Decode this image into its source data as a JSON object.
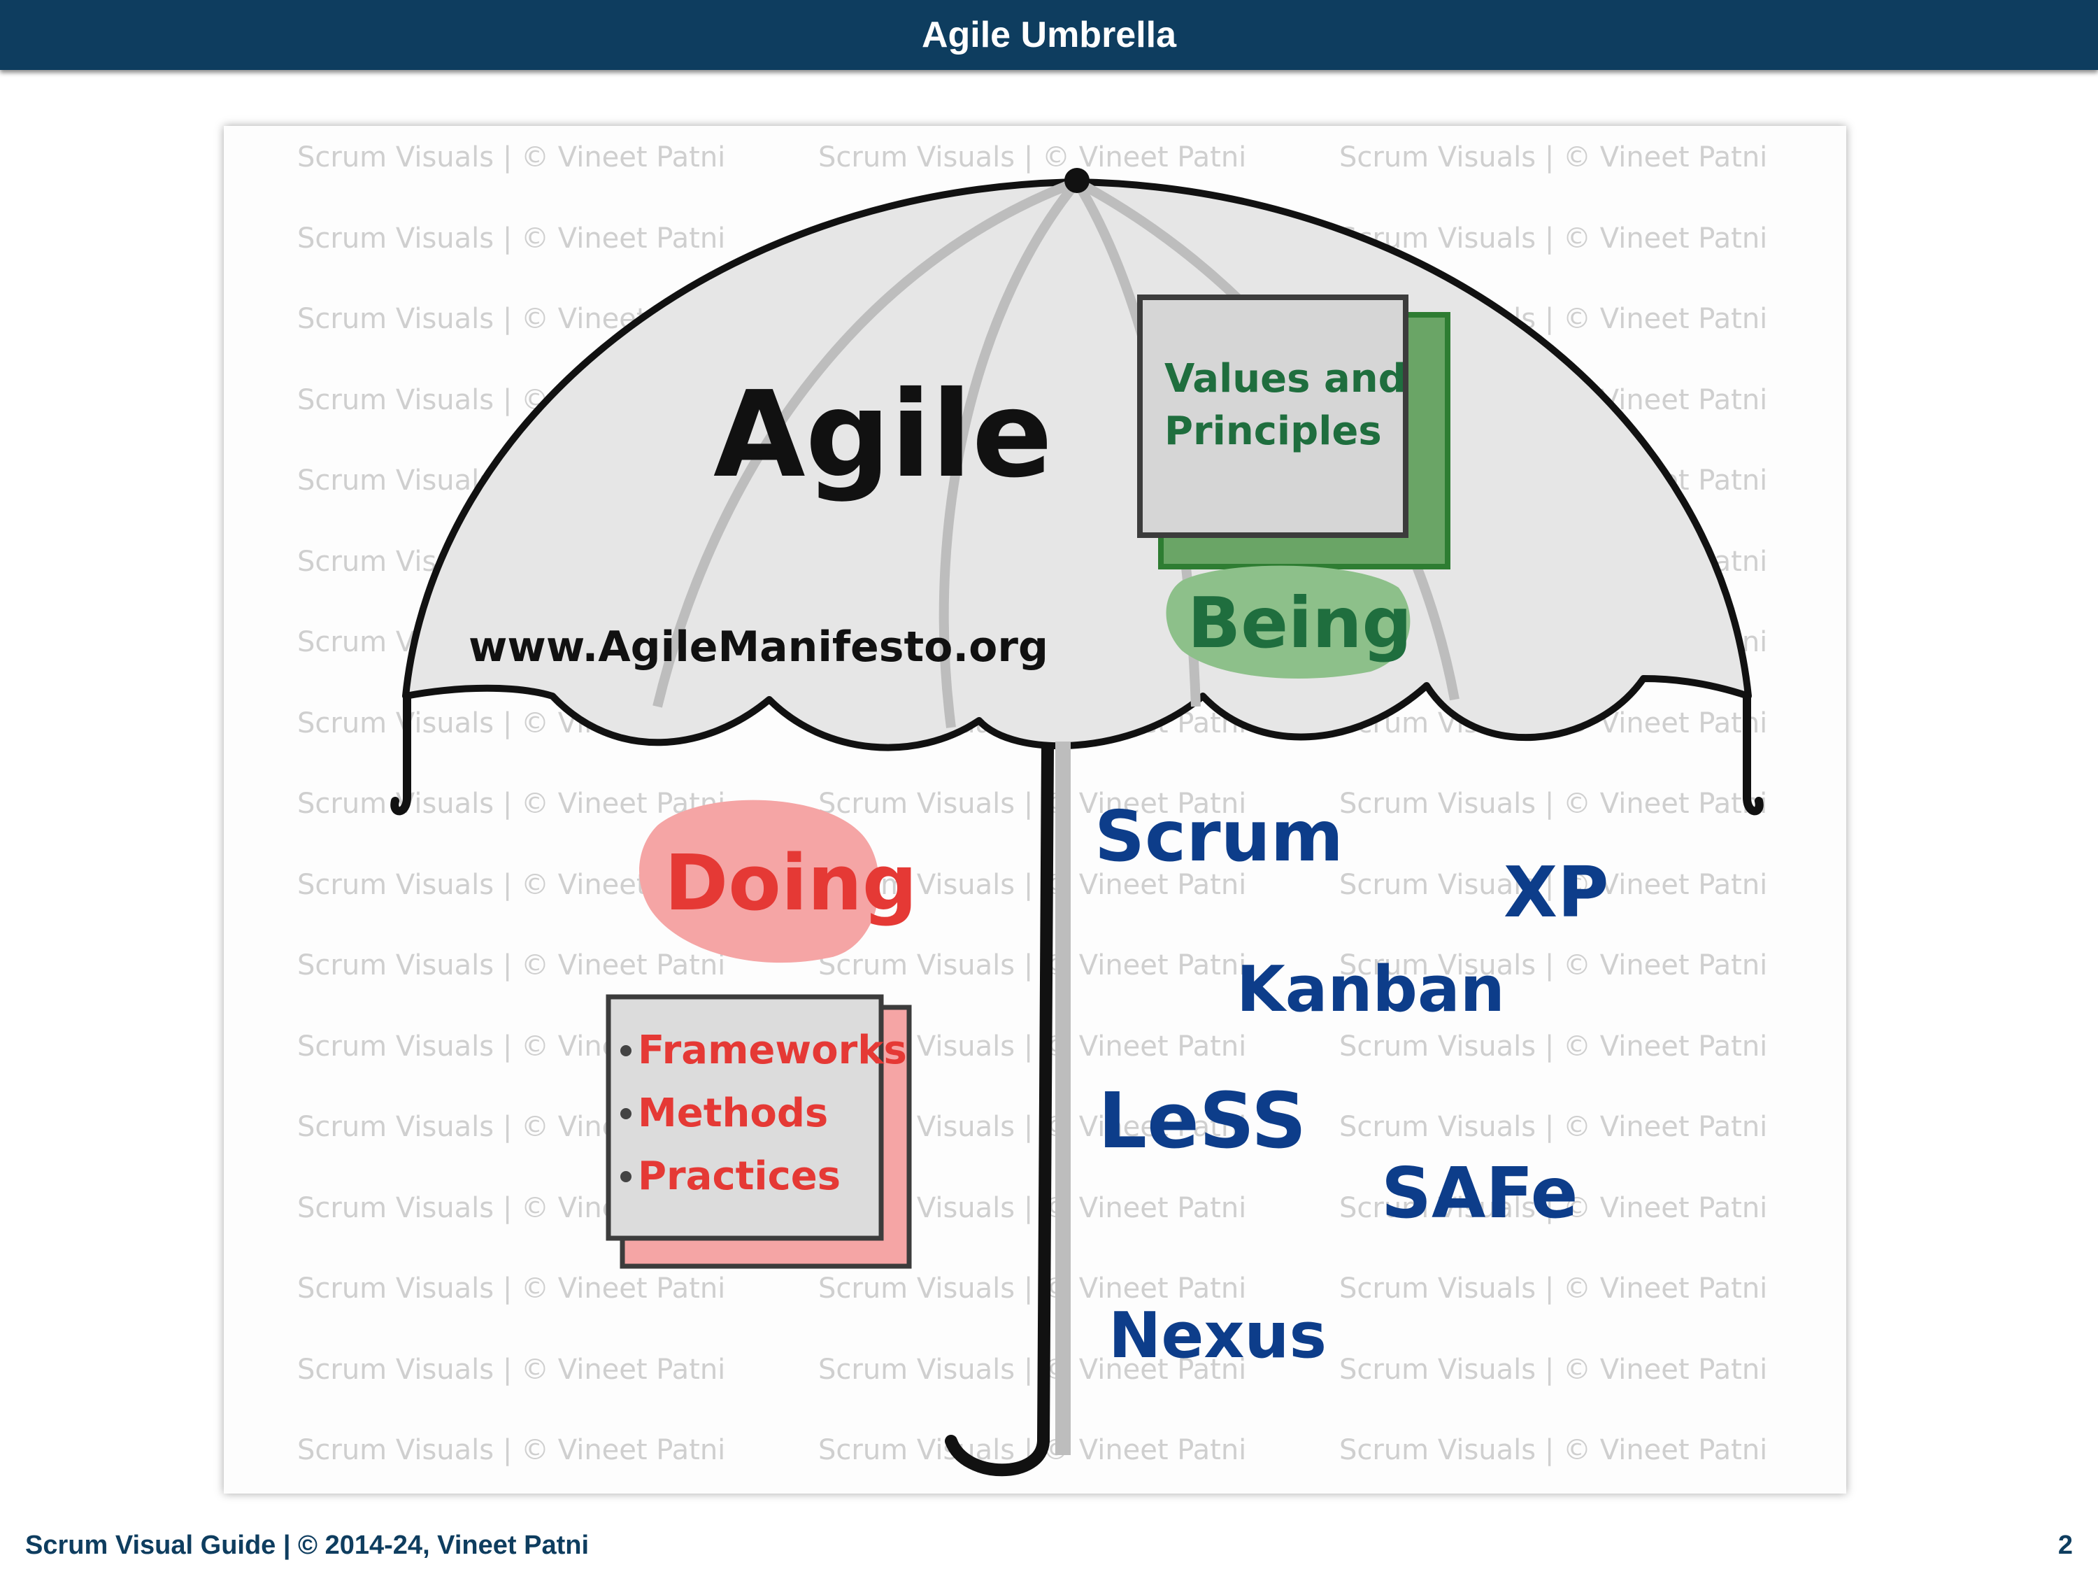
{
  "header": {
    "title": "Agile Umbrella"
  },
  "watermark": {
    "text": "Scrum Visuals | © Vineet Patni"
  },
  "umbrella": {
    "title": "Agile",
    "url": "www.AgileManifesto.org",
    "values_box": {
      "line1": "Values and",
      "line2": "Principles"
    },
    "being_label": "Being",
    "doing_label": "Doing",
    "doing_items": [
      "Frameworks",
      "Methods",
      "Practices"
    ],
    "frameworks": [
      "Scrum",
      "XP",
      "Kanban",
      "LeSS",
      "SAFe",
      "Nexus"
    ]
  },
  "colors": {
    "header_bg": "#0e3d5f",
    "canopy": "#e6e6e6",
    "green": "#2e7d32",
    "green_fill": "#6aa566",
    "red": "#e53935",
    "pink_fill": "#f5a5a5",
    "blue": "#0d3d8a"
  },
  "footer": {
    "credit": "Scrum Visual Guide | © 2014-24, Vineet Patni",
    "page_number": "2"
  }
}
